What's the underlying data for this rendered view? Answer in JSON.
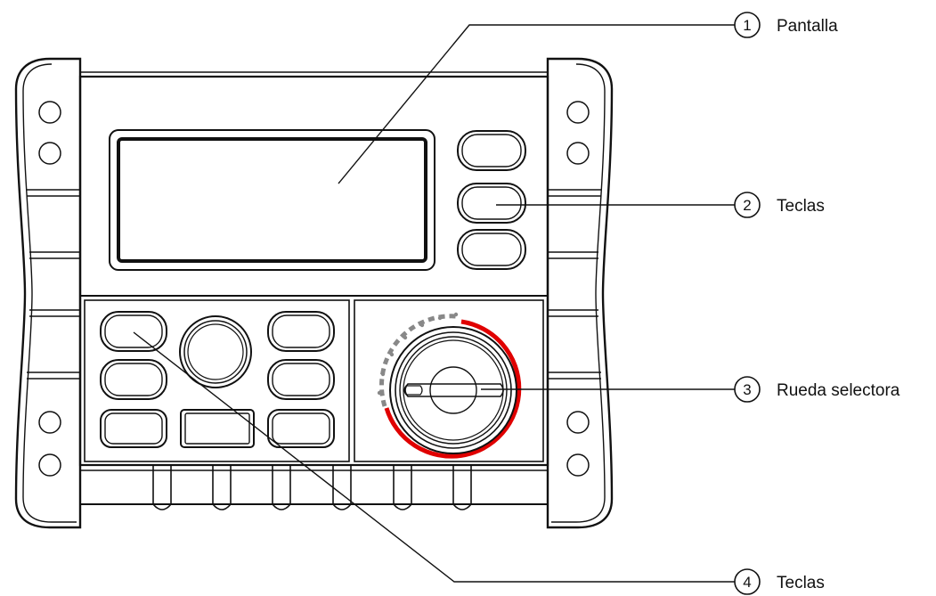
{
  "callouts": [
    {
      "number": "1",
      "label": "Pantalla",
      "target": "display"
    },
    {
      "number": "2",
      "label": "Teclas",
      "target": "side-keys"
    },
    {
      "number": "3",
      "label": "Rueda selectora",
      "target": "selector-wheel"
    },
    {
      "number": "4",
      "label": "Teclas",
      "target": "front-keys"
    }
  ],
  "colors": {
    "outline": "#111111",
    "dial_arc": "#e00000",
    "dial_arc_secondary": "#888888",
    "background": "#ffffff"
  }
}
